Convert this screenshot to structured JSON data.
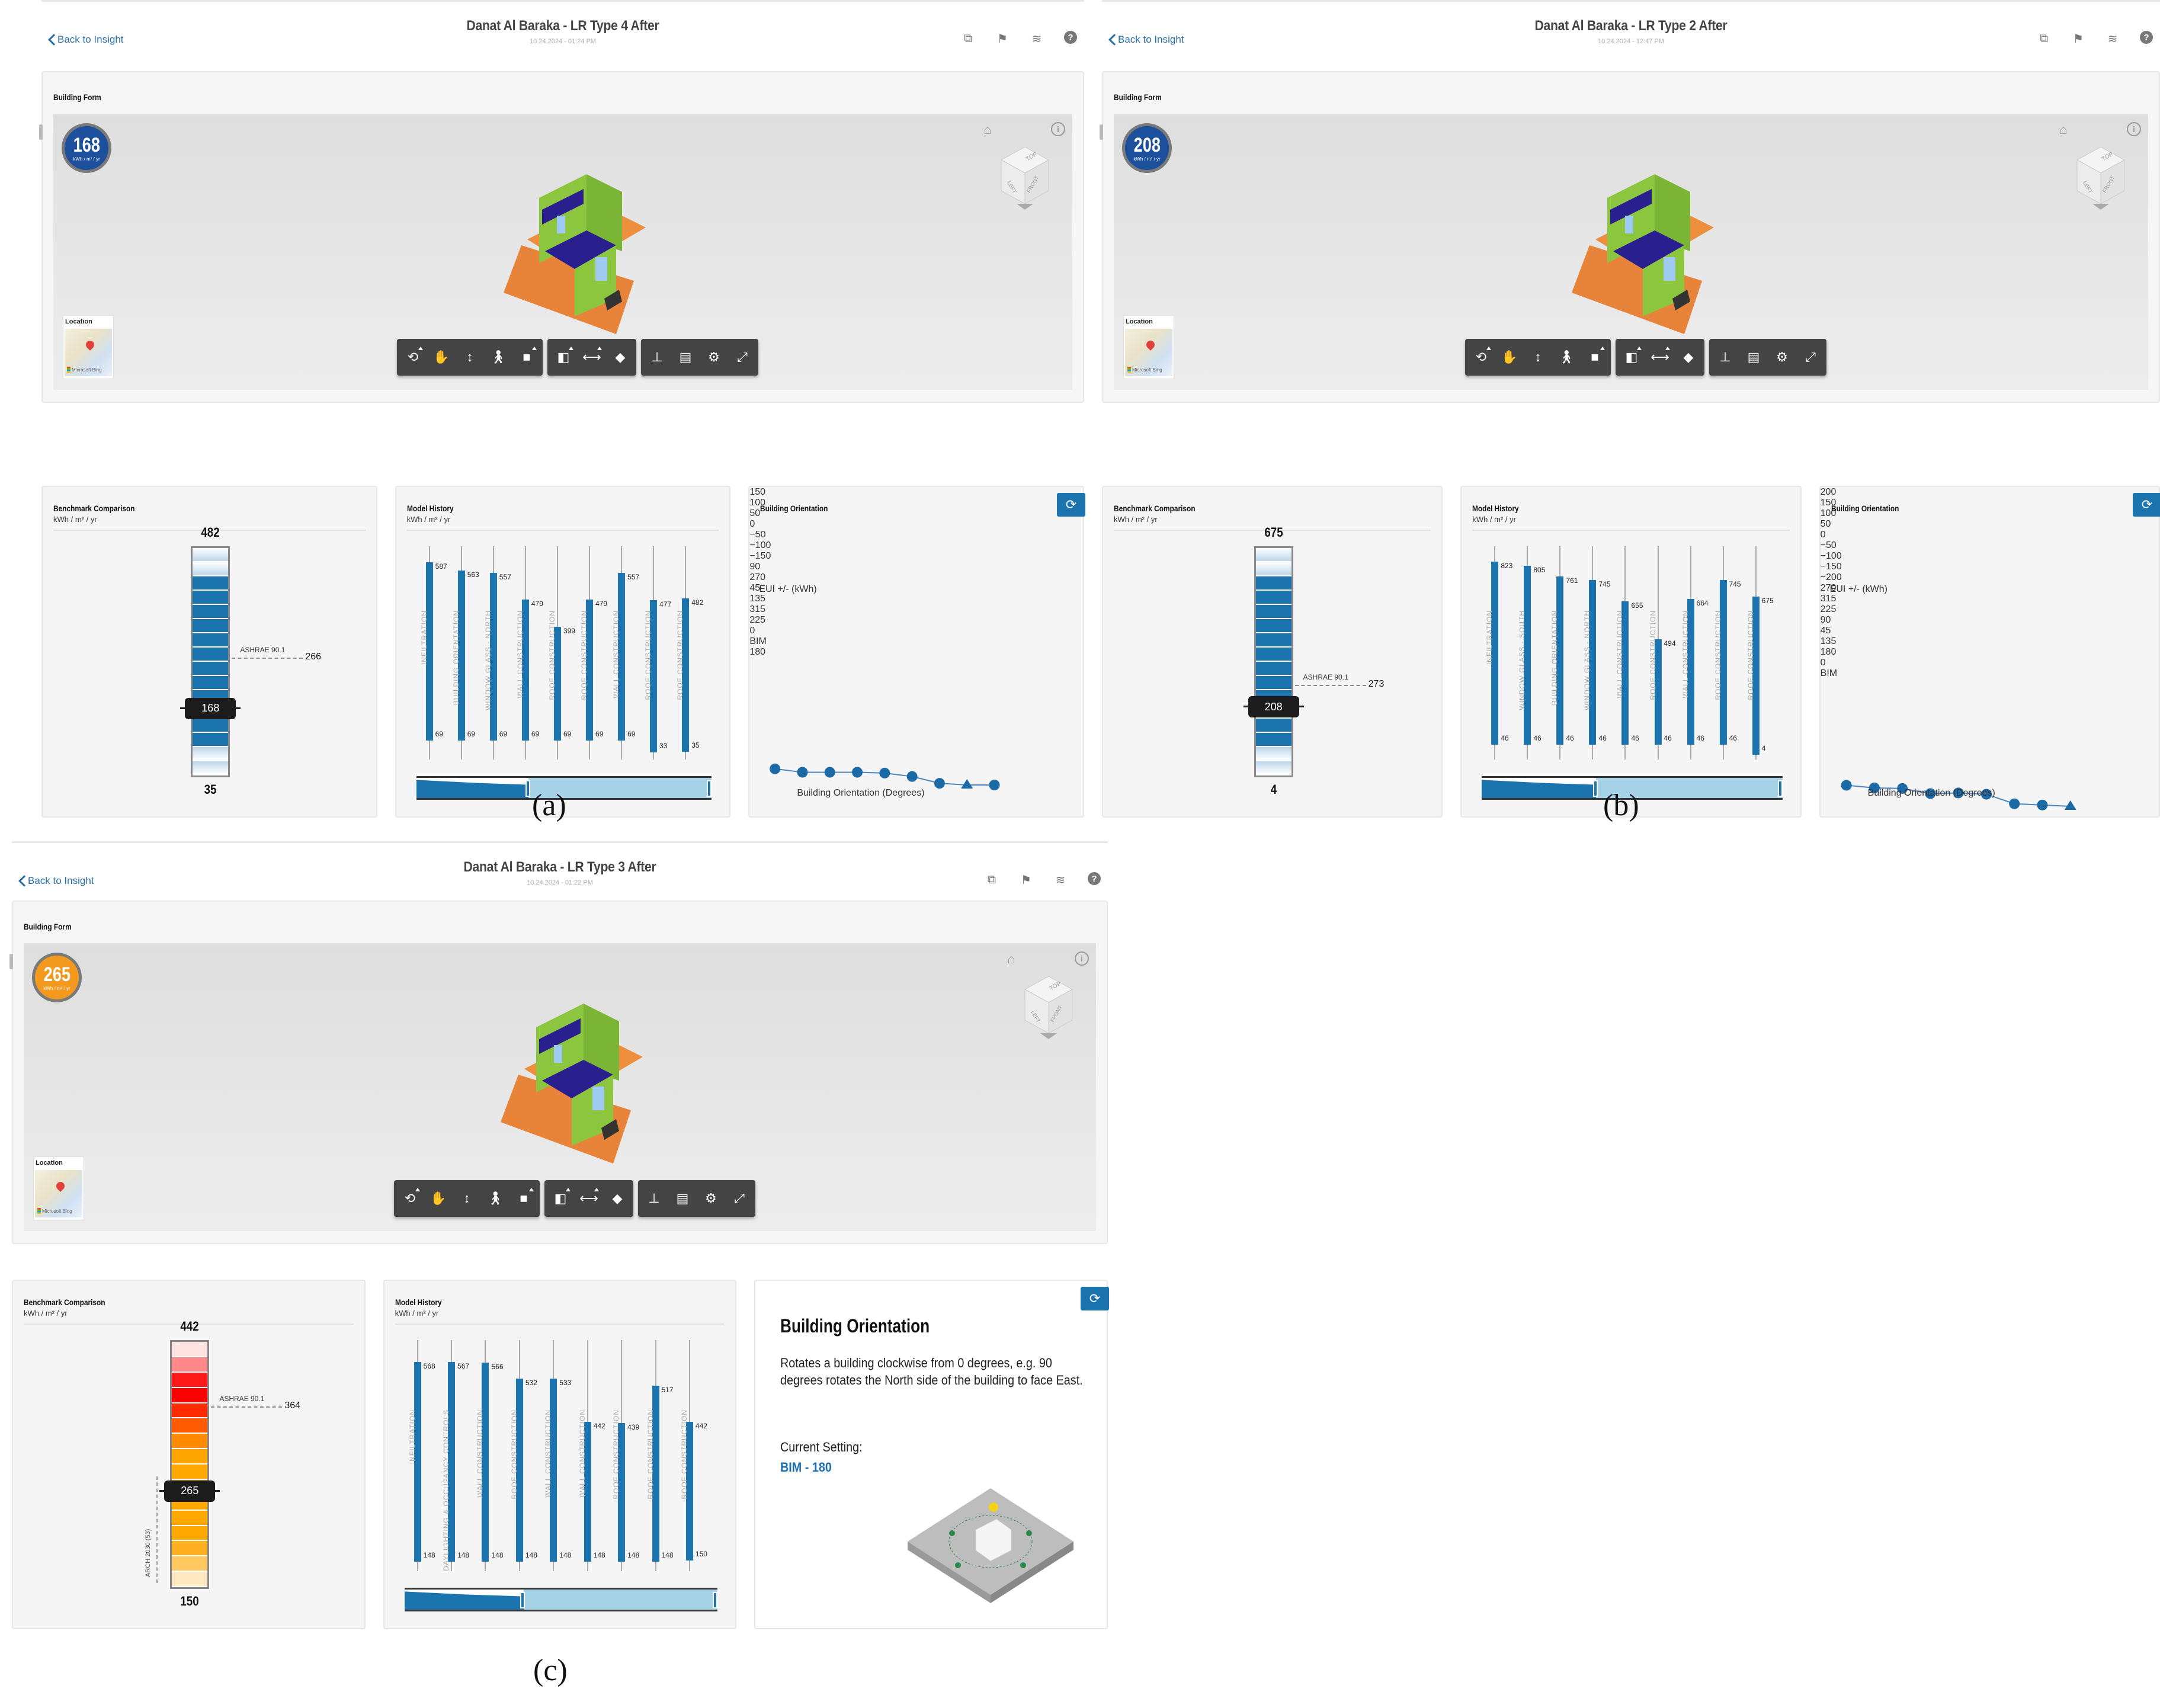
{
  "captions": [
    "(a)",
    "(b)",
    "(c)"
  ],
  "common": {
    "back_label": "Back to Insight",
    "building_form_label": "Building Form",
    "location_label": "Location",
    "map_attribution": "Microsoft Bing",
    "eui_unit": "kWh / m² / yr",
    "benchmark_title": "Benchmark Comparison",
    "model_history_title": "Model History",
    "units": "kWh / m² / yr",
    "ashrae_label": "ASHRAE 90.1",
    "orientation_title": "Building Orientation",
    "orientation_ylabel": "EUI +/- (kWh)",
    "orientation_xlabel": "Building Orientation (Degrees)",
    "header_icons": [
      "compare-icon",
      "bookmark-icon",
      "layers-icon",
      "help-icon"
    ],
    "toolbar_groups": [
      [
        "orbit-icon",
        "pan-icon",
        "zoom-icon",
        "walk-icon",
        "camera-icon"
      ],
      [
        "section-icon",
        "measure-icon",
        "explode-icon"
      ],
      [
        "model-browser-icon",
        "properties-icon",
        "settings-icon",
        "fullscreen-icon"
      ]
    ],
    "nav_cube": {
      "top": "TOP",
      "left": "LEFT",
      "front": "FRONT"
    }
  },
  "panels": [
    {
      "id": "a",
      "title": "Danat Al Baraka - LR Type 4 After",
      "timestamp": "10.24.2024 - 01:24 PM",
      "eui": "168",
      "eui_color": "#1c4f9c",
      "benchmark": {
        "max": "482",
        "min": "35",
        "current": "168",
        "ashrae": "266",
        "scheme": "blue"
      },
      "history": {
        "labels": [
          "INFILTRATION",
          "BUILDING ORIENTATION",
          "WINDOW GLASS - NORTH",
          "WALL CONSTRUCTION",
          "ROOF CONSTRUCTION",
          "ROOF CONSTRUCTION",
          "WALL CONSTRUCTION",
          "ROOF CONSTRUCTION",
          "ROOF CONSTRUCTION"
        ],
        "high": [
          587,
          563,
          557,
          479,
          399,
          479,
          557,
          477,
          482
        ],
        "low": [
          69,
          69,
          69,
          69,
          69,
          69,
          69,
          33,
          35
        ]
      },
      "orientation": {
        "categories": [
          "90",
          "270",
          "45",
          "135",
          "315",
          "225",
          "0",
          "BIM",
          "180"
        ],
        "values": [
          19,
          15,
          15,
          15,
          14,
          10,
          2,
          0,
          0
        ],
        "ylim": [
          -150,
          150
        ],
        "yticks": [
          "150",
          "100",
          "50",
          "0",
          "−50",
          "−100",
          "−150"
        ]
      }
    },
    {
      "id": "b",
      "title": "Danat Al Baraka - LR Type 2 After",
      "timestamp": "10.24.2024 - 12:47 PM",
      "eui": "208",
      "eui_color": "#1c4f9c",
      "benchmark": {
        "max": "675",
        "min": "4",
        "current": "208",
        "ashrae": "273",
        "scheme": "blue"
      },
      "history": {
        "labels": [
          "INFILTRATION",
          "WINDOW GLASS - SOUTH",
          "BUILDING ORIENTATION",
          "WINDOW GLASS - NORTH",
          "WALL CONSTRUCTION",
          "ROOF CONSTRUCTION",
          "WALL CONSTRUCTION",
          "ROOF CONSTRUCTION",
          "ROOF CONSTRUCTION"
        ],
        "high": [
          823,
          805,
          761,
          745,
          655,
          494,
          664,
          745,
          675
        ],
        "low": [
          46,
          46,
          46,
          46,
          46,
          46,
          46,
          46,
          4
        ]
      },
      "orientation": {
        "categories": [
          "270",
          "315",
          "225",
          "90",
          "45",
          "135",
          "180",
          "0",
          "BIM"
        ],
        "values": [
          33,
          29,
          28,
          20,
          21,
          19,
          4,
          2,
          0
        ],
        "ylim": [
          -200,
          200
        ],
        "yticks": [
          "200",
          "150",
          "100",
          "50",
          "0",
          "−50",
          "−100",
          "−150",
          "−200"
        ]
      }
    },
    {
      "id": "c",
      "title": "Danat Al Baraka - LR Type 3 After",
      "timestamp": "10.24.2024 - 01:22 PM",
      "eui": "265",
      "eui_color": "#f39a1e",
      "benchmark": {
        "max": "442",
        "min": "150",
        "current": "265",
        "ashrae": "364",
        "scheme": "heat",
        "arch2030": "ARCH 2030 (53)"
      },
      "history": {
        "labels": [
          "INFILTRATION",
          "DAYLIGHTING & OCCUPANCY CONTROLS",
          "WALL CONSTRUCTION",
          "ROOF CONSTRUCTION",
          "WALL CONSTRUCTION",
          "WALL CONSTRUCTION",
          "ROOF CONSTRUCTION",
          "ROOF CONSTRUCTION",
          "ROOF CONSTRUCTION"
        ],
        "high": [
          568,
          567,
          566,
          532,
          533,
          442,
          439,
          517,
          442
        ],
        "low": [
          148,
          148,
          148,
          148,
          148,
          148,
          148,
          148,
          150
        ]
      },
      "orientation_detail": {
        "title": "Building Orientation",
        "description": "Rotates a building clockwise from 0 degrees, e.g. 90 degrees rotates the North side of the building to face East.",
        "current_label": "Current Setting:",
        "current_value": "BIM - 180"
      }
    }
  ],
  "chart_data": [
    {
      "type": "line",
      "title": "Building Orientation (a) - LR Type 4 After",
      "categories": [
        "90",
        "270",
        "45",
        "135",
        "315",
        "225",
        "0",
        "BIM",
        "180"
      ],
      "values": [
        19,
        15,
        15,
        15,
        14,
        10,
        2,
        0,
        0
      ],
      "xlabel": "Building Orientation (Degrees)",
      "ylabel": "EUI +/- (kWh)",
      "ylim": [
        -150,
        150
      ],
      "highlight": "BIM"
    },
    {
      "type": "line",
      "title": "Building Orientation (b) - LR Type 2 After",
      "categories": [
        "270",
        "315",
        "225",
        "90",
        "45",
        "135",
        "180",
        "0",
        "BIM"
      ],
      "values": [
        33,
        29,
        28,
        20,
        21,
        19,
        4,
        2,
        0
      ],
      "xlabel": "Building Orientation (Degrees)",
      "ylabel": "EUI +/- (kWh)",
      "ylim": [
        -200,
        200
      ],
      "highlight": "BIM"
    },
    {
      "type": "bar",
      "title": "Model History (a)",
      "categories": [
        "INFILTRATION",
        "BUILDING ORIENTATION",
        "WINDOW GLASS - NORTH",
        "WALL CONSTRUCTION",
        "ROOF CONSTRUCTION",
        "ROOF CONSTRUCTION",
        "WALL CONSTRUCTION",
        "ROOF CONSTRUCTION",
        "ROOF CONSTRUCTION"
      ],
      "series": [
        {
          "name": "high",
          "values": [
            587,
            563,
            557,
            479,
            399,
            479,
            557,
            477,
            482
          ]
        },
        {
          "name": "low",
          "values": [
            69,
            69,
            69,
            69,
            69,
            69,
            69,
            33,
            35
          ]
        }
      ],
      "ylabel": "kWh / m² / yr"
    },
    {
      "type": "bar",
      "title": "Model History (b)",
      "categories": [
        "INFILTRATION",
        "WINDOW GLASS - SOUTH",
        "BUILDING ORIENTATION",
        "WINDOW GLASS - NORTH",
        "WALL CONSTRUCTION",
        "ROOF CONSTRUCTION",
        "WALL CONSTRUCTION",
        "ROOF CONSTRUCTION",
        "ROOF CONSTRUCTION"
      ],
      "series": [
        {
          "name": "high",
          "values": [
            823,
            805,
            761,
            745,
            655,
            494,
            664,
            745,
            675
          ]
        },
        {
          "name": "low",
          "values": [
            46,
            46,
            46,
            46,
            46,
            46,
            46,
            46,
            4
          ]
        }
      ],
      "ylabel": "kWh / m² / yr"
    },
    {
      "type": "bar",
      "title": "Model History (c)",
      "categories": [
        "INFILTRATION",
        "DAYLIGHTING & OCCUPANCY CONTROLS",
        "WALL CONSTRUCTION",
        "ROOF CONSTRUCTION",
        "WALL CONSTRUCTION",
        "WALL CONSTRUCTION",
        "ROOF CONSTRUCTION",
        "ROOF CONSTRUCTION",
        "ROOF CONSTRUCTION"
      ],
      "series": [
        {
          "name": "high",
          "values": [
            568,
            567,
            566,
            532,
            533,
            442,
            439,
            517,
            442
          ]
        },
        {
          "name": "low",
          "values": [
            148,
            148,
            148,
            148,
            148,
            148,
            148,
            148,
            150
          ]
        }
      ],
      "ylabel": "kWh / m² / yr"
    }
  ]
}
